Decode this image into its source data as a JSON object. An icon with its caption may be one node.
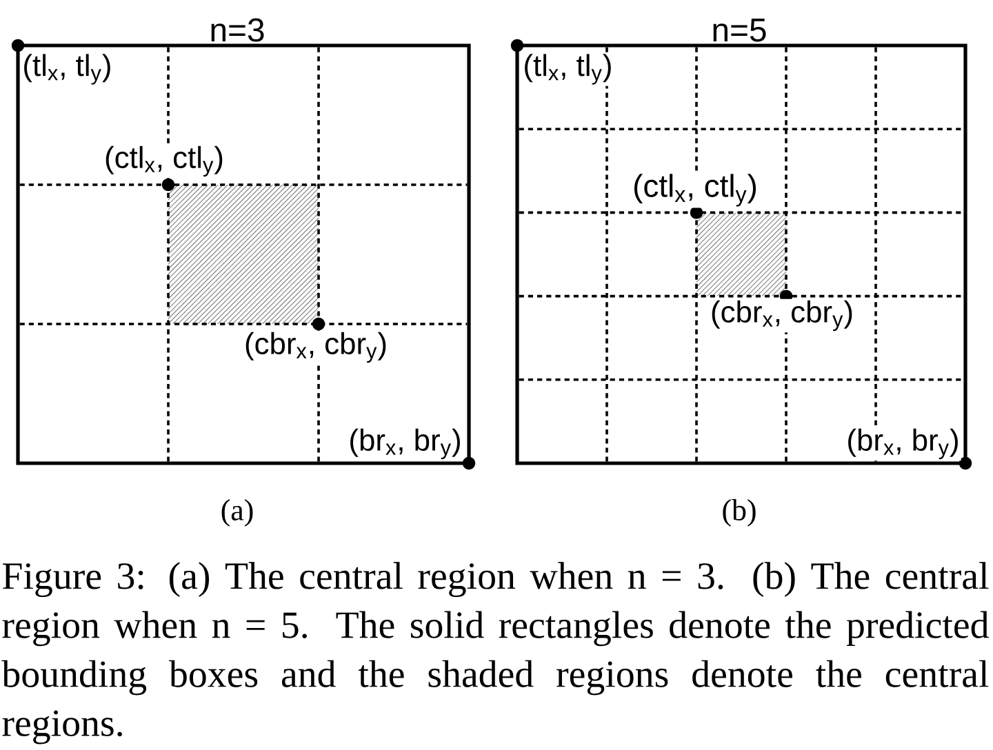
{
  "diagram": {
    "nodes": [
      {
        "text": [
          "n=3"
        ],
        "beside": [
          "(a)"
        ]
      },
      {
        "text": [],
        "shape": "box",
        "in": 0
      },
      {
        "text": [
          "n=5"
        ],
        "beside": [
          "(b)"
        ]
      },
      {
        "text": [],
        "shape": "box",
        "in": 2
      }
    ],
    "labels": [
      "(tl$_{x}$, tl$_{y}$)",
      "(ctl$_{x}$, ctl$_{y}$)",
      "(cbr$_{x}$, cbr$_{y}$)",
      "(br$_{x}$, br$_{y}$)",
      "(tl$_{x}$, tl$_{y}$)",
      "(ctl$_{x}$, ctl$_{y}$)",
      "(cbr$_{x}$, cbr$_{y}$)",
      "(br$_{x}$, br$_{y}$)"
    ],
    "caption": "Figure 3: (a) The central region when n = 3. (b) The central region when n = 5. The solid rectangles denote the predicted bounding boxes and the shaded regions denote the central regions."
  }
}
